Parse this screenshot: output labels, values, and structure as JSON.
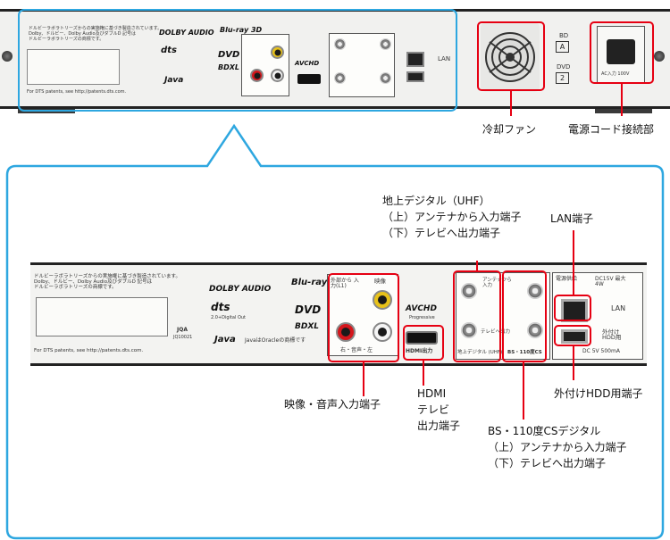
{
  "top": {
    "fan_label": "冷却ファン",
    "power_label": "電源コード接続部",
    "bd_label": "BD",
    "dvd_label": "DVD",
    "bd_badge": "A",
    "dvd_badge": "2",
    "ac_input": "AC入力 100V"
  },
  "panel": {
    "notice_line1": "ドルビーラボラトリーズからの実施権に基づき製造されています。",
    "notice_line2": "Dolby、ドルビー、Dolby Audio及びダブルD 記号は",
    "notice_line3": "ドルビーラボラトリーズの商標です。",
    "dts_patents": "For DTS patents, see http://patents.dts.com.",
    "dolby_logo": "DOLBY AUDIO",
    "bluray_logo": "Blu-ray 3D",
    "dts_logo": "dts",
    "dts_sub": "2.0+Digital Out",
    "dvd_logo": "DVD",
    "bdxl_logo": "BDXL",
    "java_logo": "Java",
    "java_note": "JavaはOracleの商標です",
    "jqa": "JQA",
    "jq_code": "JQ10021",
    "ext_input": "外部から 入力(L1)",
    "video_label": "映像",
    "audio_lr": "右・音声・左",
    "avchd": "AVCHD",
    "avchd_sub": "Progressive",
    "hdmi_label": "HDMI出力",
    "terrestrial_label": "地上デジタル (UHF)",
    "antenna_in": "アンテナから 入力",
    "tv_out": "テレビへ出力",
    "bs_label": "BS・110度CS",
    "power_feed": "電源供給",
    "dc15v": "DC15V 最大4W",
    "lan_label": "LAN",
    "ext_hdd": "外付け HDD用",
    "dc5v": "DC 5V 500mA"
  },
  "callouts": {
    "terrestrial_title": "地上デジタル（UHF）",
    "terrestrial_up": "（上）アンテナから入力端子",
    "terrestrial_down": "（下）テレビへ出力端子",
    "lan_title": "LAN端子",
    "av_input": "映像・音声入力端子",
    "hdmi_line1": "HDMI",
    "hdmi_line2": "テレビ",
    "hdmi_line3": "出力端子",
    "bs_title": "BS・110度CSデジタル",
    "bs_up": "（上）アンテナから入力端子",
    "bs_down": "（下）テレビへ出力端子",
    "hdd_label": "外付けHDD用端子"
  },
  "colors": {
    "callout_red": "#e60012",
    "frame_blue": "#2ea7e0",
    "rca_red": "#d4161c",
    "rca_yellow": "#e8c21a"
  }
}
